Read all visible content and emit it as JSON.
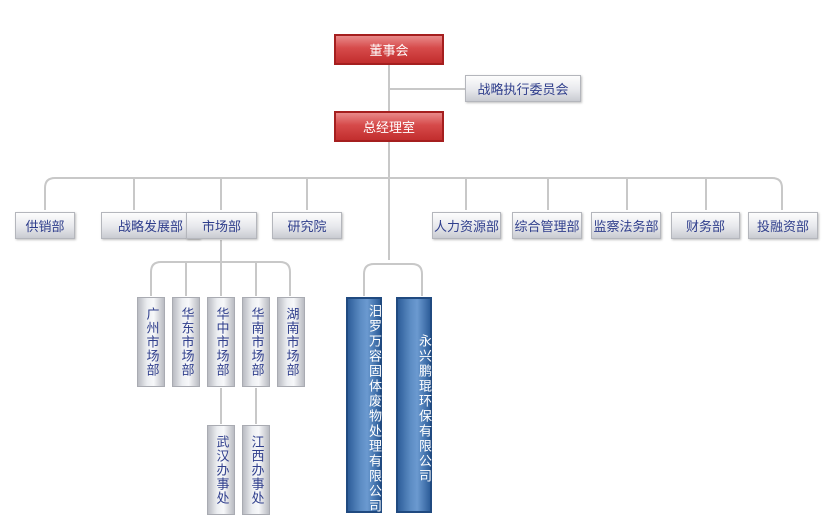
{
  "board": "董事会",
  "strategy_committee": "战略执行委员会",
  "gm_office": "总经理室",
  "departments": {
    "supply_sales": "供销部",
    "strategy_dev": "战略发展部",
    "market": "市场部",
    "research": "研究院",
    "hr": "人力资源部",
    "general_mgmt": "综合管理部",
    "supervision_legal": "监察法务部",
    "finance": "财务部",
    "investment": "投融资部"
  },
  "market_branches": {
    "guangzhou": "广州市场部",
    "east_china": "华东市场部",
    "central_china": "华中市场部",
    "south_china": "华南市场部",
    "hunan": "湖南市场部"
  },
  "offices": {
    "wuhan": "武汉办事处",
    "jiangxi": "江西办事处"
  },
  "subsidiaries": {
    "miluo": "汨罗万容固体废物处理有限公司",
    "yongxing": "永兴鹏琨环保有限公司"
  },
  "colors": {
    "leader_red": "#c22e2e",
    "dept_gray": "#e7e8ec",
    "label_blue": "#2f3e8c",
    "subsidiary_blue": "#3d6eae",
    "connector": "#c8c8c8"
  }
}
